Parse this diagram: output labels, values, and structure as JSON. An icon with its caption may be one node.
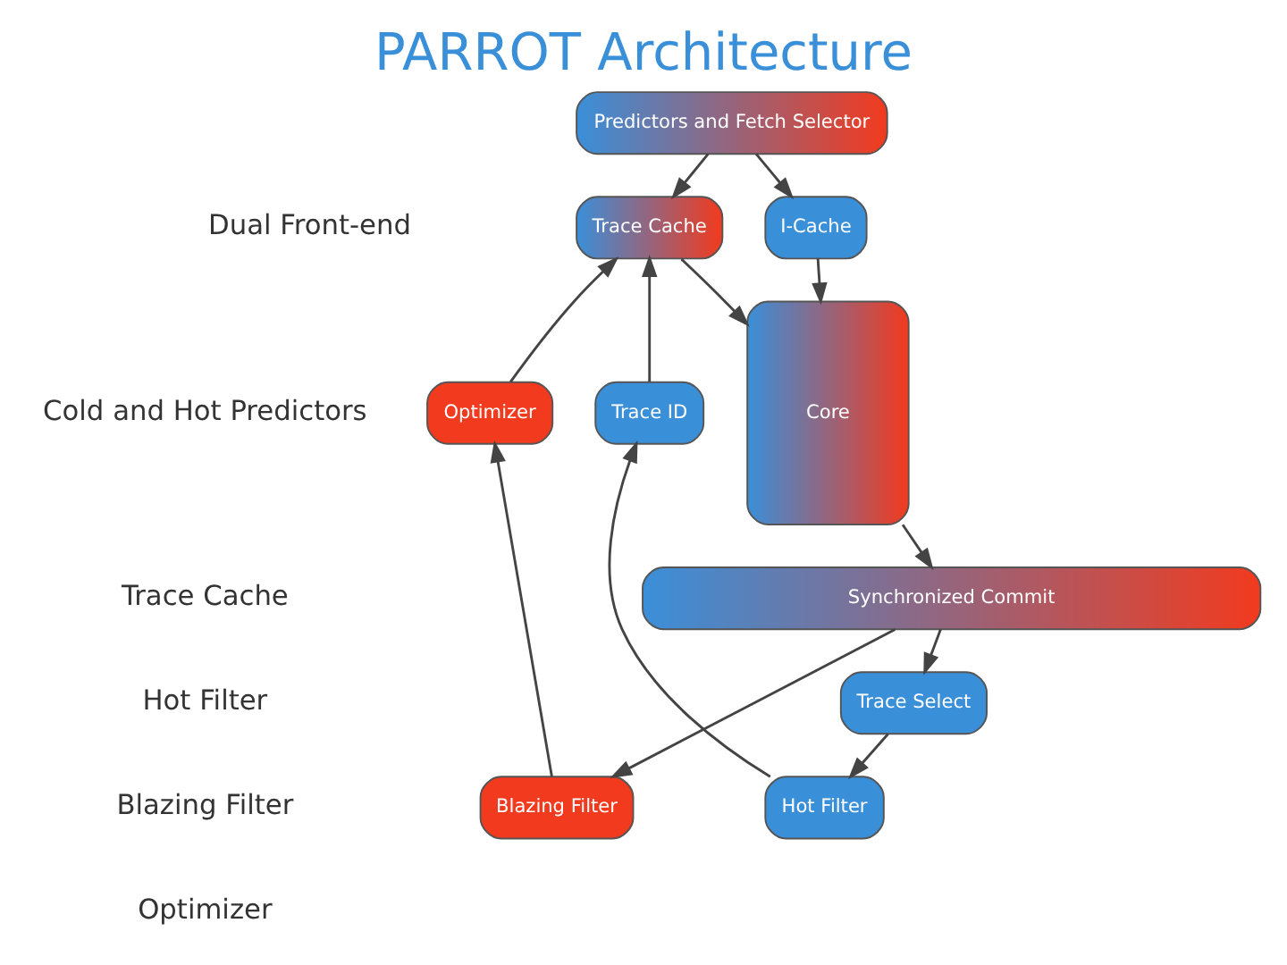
{
  "diagram": {
    "title": "PARROT Architecture",
    "nodes": [
      {
        "text": [
          "Predictors and Fetch Selector"
        ]
      },
      {
        "text": [
          "I-Cache"
        ]
      },
      {
        "text": [
          "Trace Cache"
        ]
      },
      {
        "text": [
          "Core"
        ]
      },
      {
        "text": [
          "Trace ID"
        ]
      },
      {
        "text": [
          "Optimizer"
        ]
      },
      {
        "text": [
          "Hot Filter"
        ]
      },
      {
        "text": [
          "Blazing Filter"
        ]
      },
      {
        "text": [
          "Trace Select"
        ]
      },
      {
        "text": [
          "Synchronized Commit"
        ]
      }
    ],
    "edges": [
      {
        "from": 0,
        "to": 1,
        "arrow": "to"
      },
      {
        "from": 0,
        "to": 2,
        "arrow": "to"
      },
      {
        "from": 1,
        "to": 3,
        "arrow": "to"
      },
      {
        "from": 2,
        "to": 3,
        "arrow": "to"
      },
      {
        "from": 4,
        "to": 2,
        "arrow": "to"
      },
      {
        "from": 5,
        "to": 2,
        "arrow": "to"
      },
      {
        "from": 6,
        "to": 4,
        "arrow": "to"
      },
      {
        "from": 7,
        "to": 5,
        "arrow": "to"
      },
      {
        "from": 8,
        "to": 6,
        "arrow": "to"
      },
      {
        "from": 3,
        "to": 9,
        "arrow": "to"
      },
      {
        "from": 9,
        "to": 8,
        "arrow": "to"
      },
      {
        "from": 9,
        "to": 7,
        "arrow": "to"
      }
    ],
    "labels": [
      "Dual Front-end",
      "Cold and Hot Predictors",
      "Trace Cache",
      "Hot Filter",
      "Blazing Filter",
      "Optimizer"
    ]
  }
}
